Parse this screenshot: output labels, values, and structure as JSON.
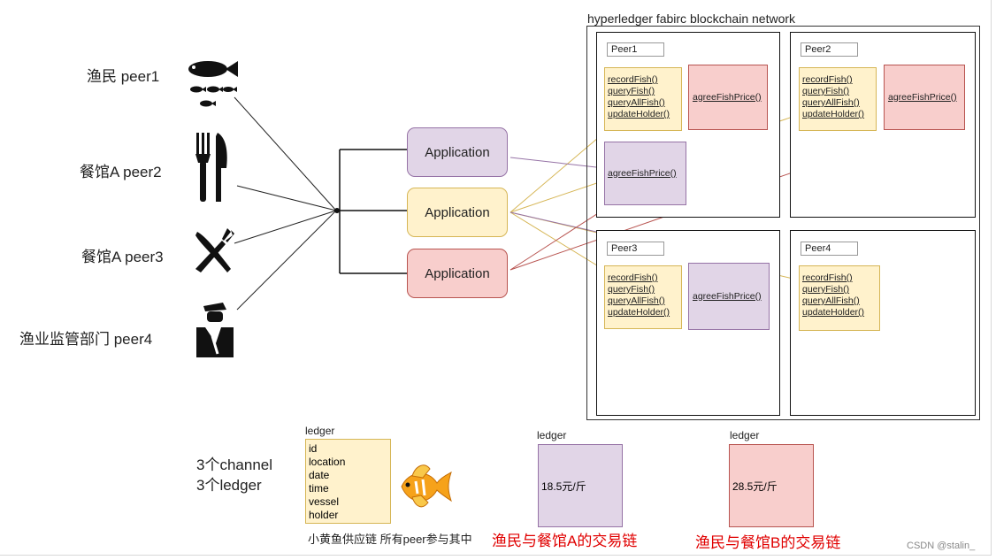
{
  "network_title": "hyperledger fabirc blockchain network",
  "actors": [
    {
      "label": "渔民 peer1",
      "icon": "fish-icon"
    },
    {
      "label": "餐馆A peer2",
      "icon": "fork-knife-icon"
    },
    {
      "label": "餐馆A peer3",
      "icon": "crossed-utensils-icon"
    },
    {
      "label": "渔业监管部门 peer4",
      "icon": "officer-icon"
    }
  ],
  "applications": [
    "Application",
    "Application",
    "Application"
  ],
  "peers": [
    {
      "name": "Peer1",
      "functions": [
        "recordFish()",
        "queryFish()",
        "queryAllFish()",
        "updateHolder()"
      ],
      "red_fn": "agreeFishPrice()",
      "purple_fn": "agreeFishPrice()"
    },
    {
      "name": "Peer2",
      "functions": [
        "recordFish()",
        "queryFish()",
        "queryAllFish()",
        "updateHolder()"
      ],
      "red_fn": "agreeFishPrice()"
    },
    {
      "name": "Peer3",
      "functions": [
        "recordFish()",
        "queryFish()",
        "queryAllFish()",
        "updateHolder()"
      ],
      "purple_fn": "agreeFishPrice()"
    },
    {
      "name": "Peer4",
      "functions": [
        "recordFish()",
        "queryFish()",
        "queryAllFish()",
        "updateHolder()"
      ]
    }
  ],
  "channels": {
    "line1": "3个channel",
    "line2": "3个ledger"
  },
  "ledgers": [
    {
      "title": "ledger",
      "fields": [
        "id",
        "location",
        "date",
        "time",
        "vessel",
        "holder"
      ]
    },
    {
      "title": "ledger",
      "value": "18.5元/斤"
    },
    {
      "title": "ledger",
      "value": "28.5元/斤"
    }
  ],
  "captions": {
    "supply_chain": "小黄鱼供应链 所有peer参与其中",
    "chain_a": "渔民与餐馆A的交易链",
    "chain_b": "渔民与餐馆B的交易链"
  },
  "watermark": "CSDN @stalin_",
  "colors": {
    "yellow_fill": "#fff2cc",
    "yellow_stroke": "#d6b656",
    "purple_fill": "#e1d5e7",
    "purple_stroke": "#9673a6",
    "red_fill": "#f8cecc",
    "red_stroke": "#b85450",
    "caption_red": "#e00000"
  }
}
